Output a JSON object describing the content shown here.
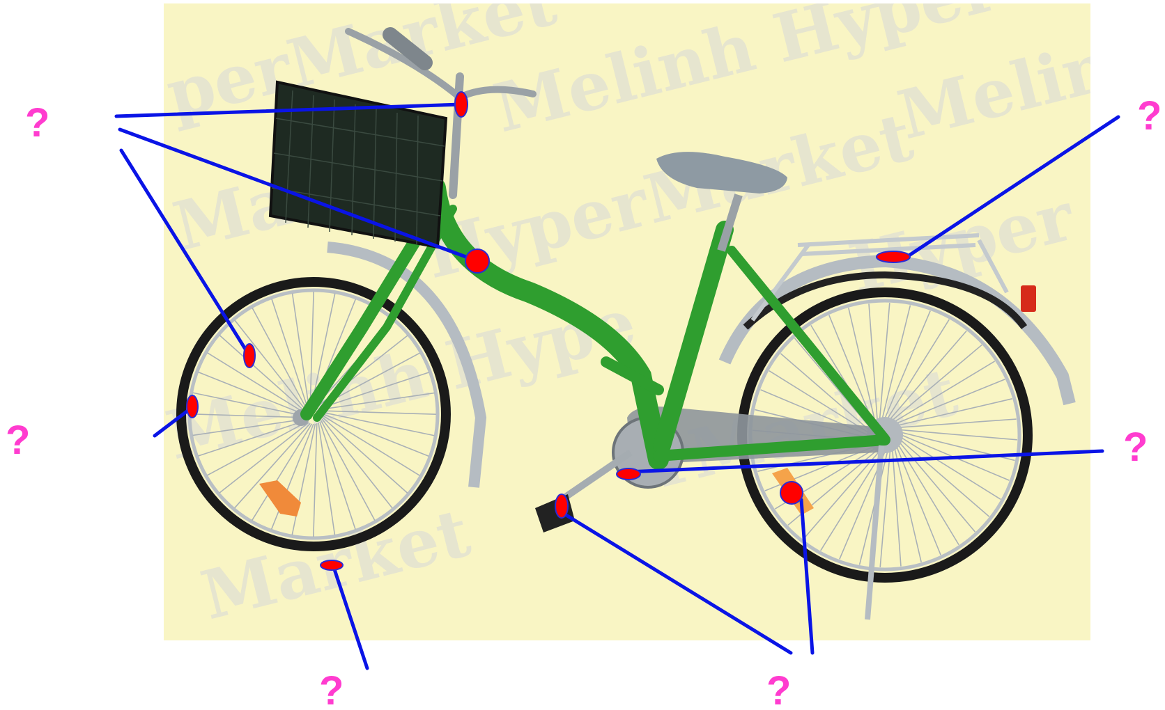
{
  "photo": {
    "background_color": "#f9f5c4",
    "watermark_texts": [
      "perMarket",
      "Melinh Hyper",
      "Market",
      "Melinh",
      "HyperMarket",
      "Hyper",
      "rMarket",
      "Melinh Hype",
      "Market"
    ],
    "bike_frame_color": "#2f9e2f",
    "basket_color": "#1e2a22",
    "saddle_color": "#8e9aa3"
  },
  "annotations": {
    "line_color": "#0a14e6",
    "marker_fill": "#ff0000",
    "marker_stroke": "#2b2bd6",
    "question_color": "#ff3ccf",
    "labels": [
      "?",
      "?",
      "?",
      "?",
      "?",
      "?"
    ]
  }
}
